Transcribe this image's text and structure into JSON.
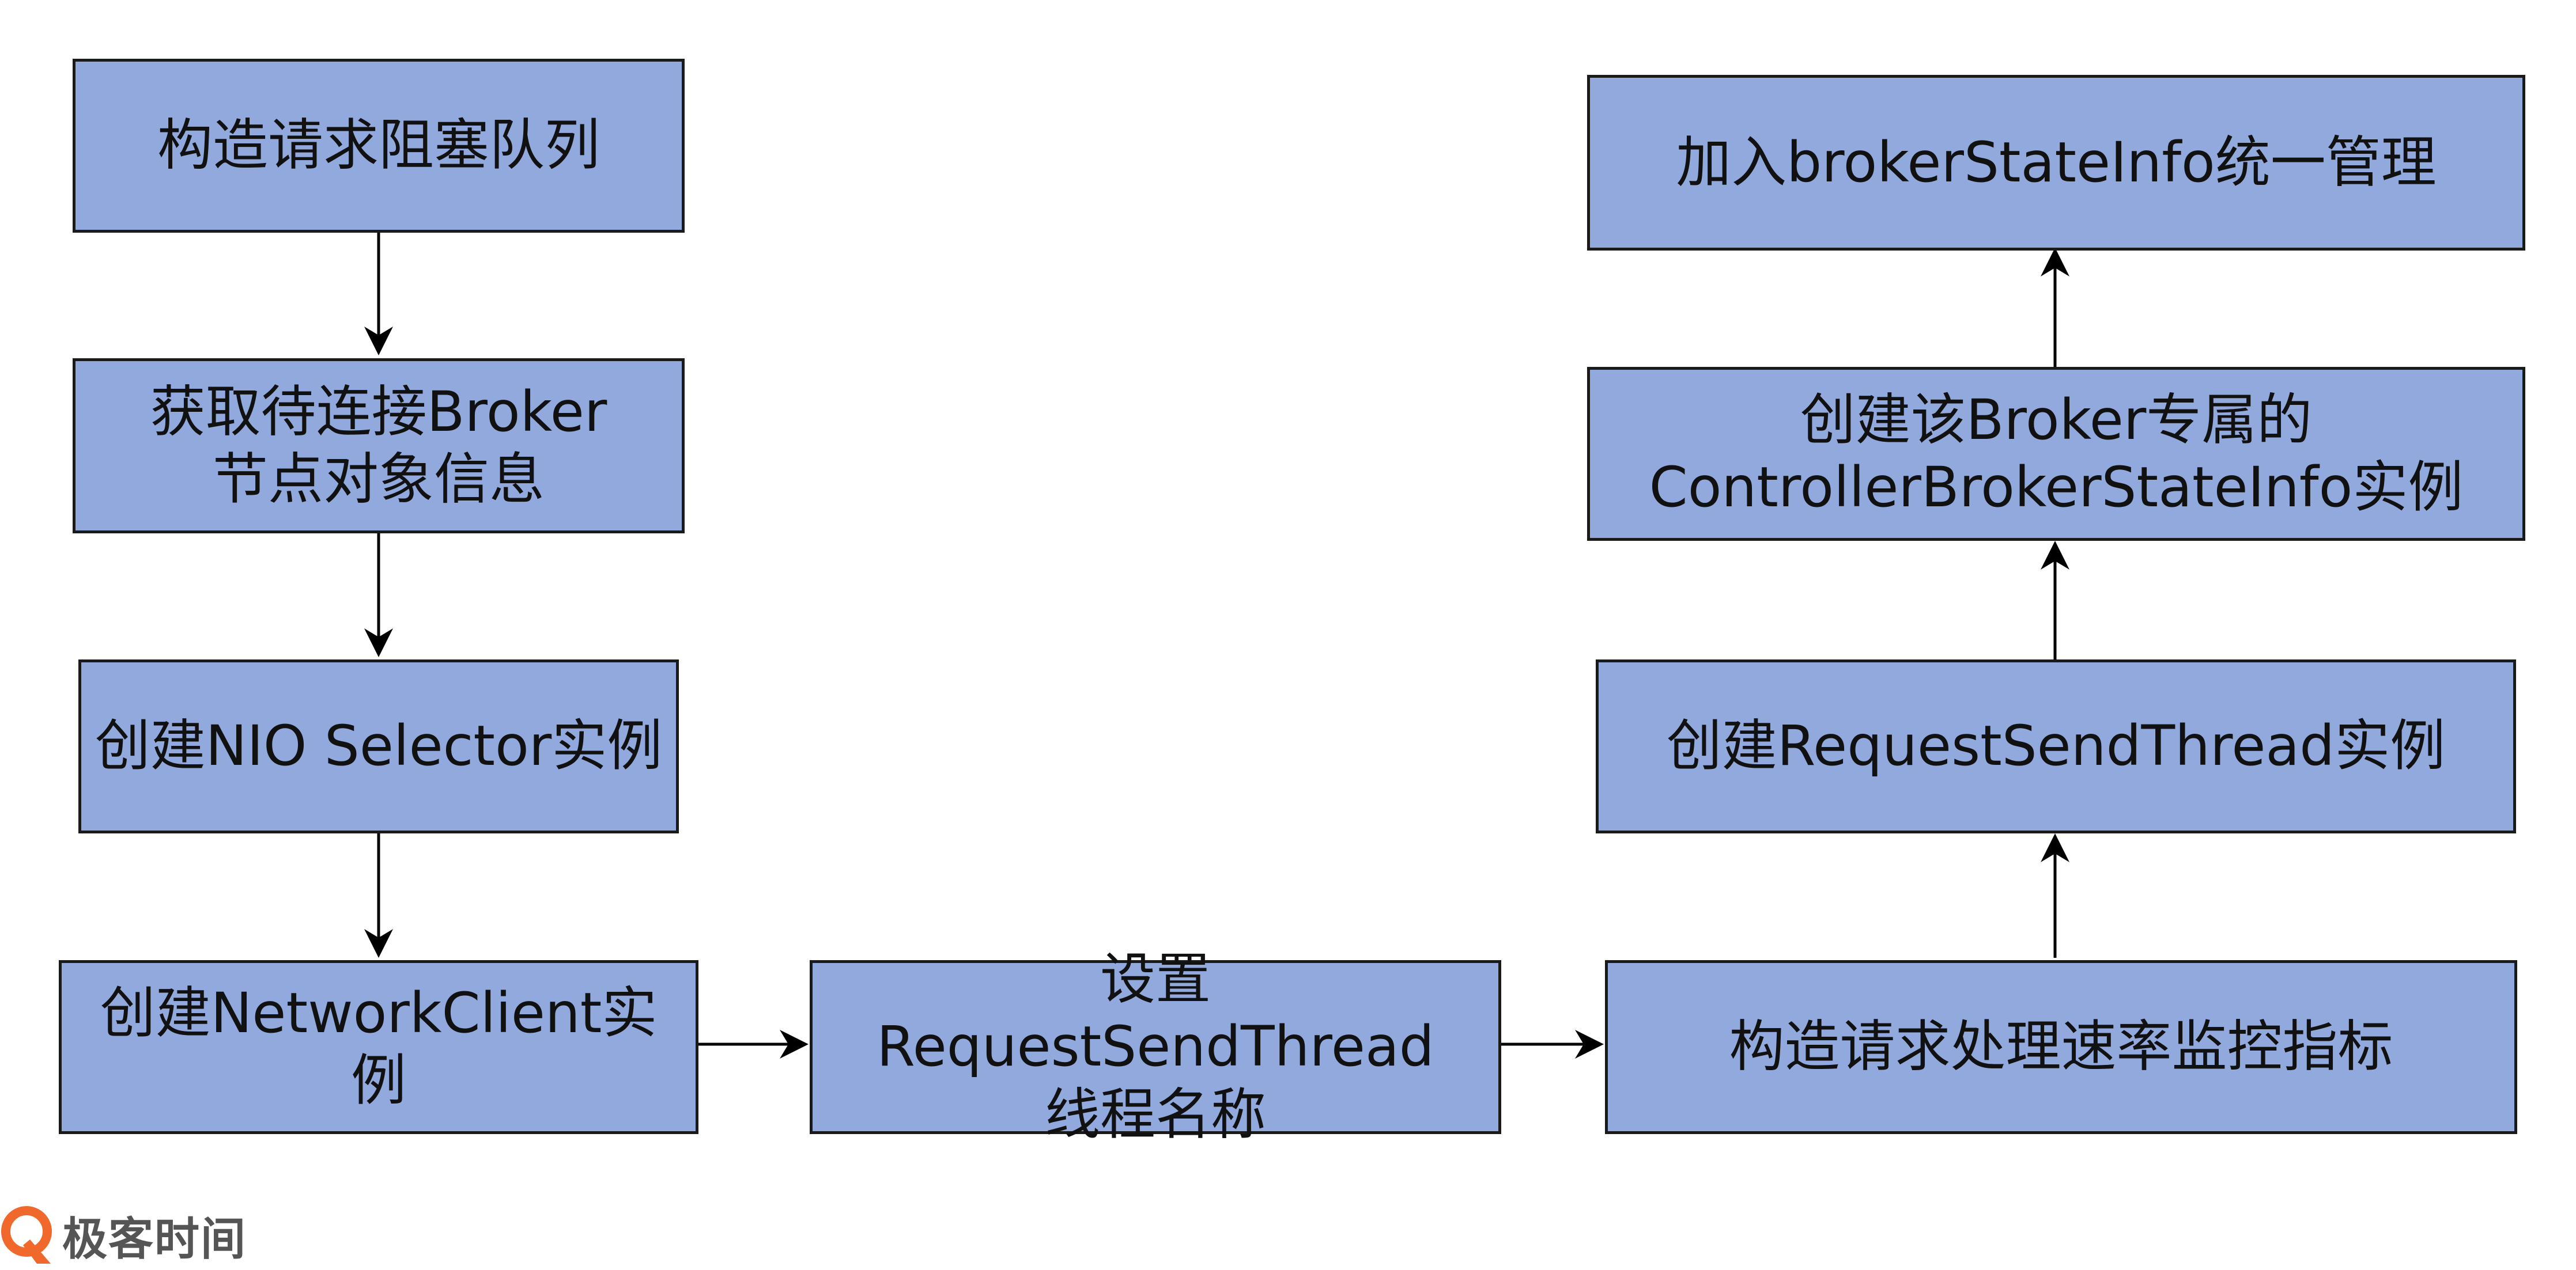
{
  "nodes": {
    "n1": "构造请求阻塞队列",
    "n2": "获取待连接Broker\n节点对象信息",
    "n3": "创建NIO Selector实例",
    "n4": "创建NetworkClient实例",
    "n5": "设置RequestSendThread\n线程名称",
    "n6": "构造请求处理速率监控指标",
    "n7": "创建RequestSendThread实例",
    "n8": "创建该Broker专属的\nControllerBrokerStateInfo实例",
    "n9": "加入brokerStateInfo统一管理"
  },
  "logo": {
    "text": "极客时间",
    "icon": "geektime-logo-icon",
    "color": "#f0682b"
  },
  "colors": {
    "box_fill": "#92a9de",
    "box_stroke": "#1a1a1a",
    "arrow": "#000000"
  }
}
